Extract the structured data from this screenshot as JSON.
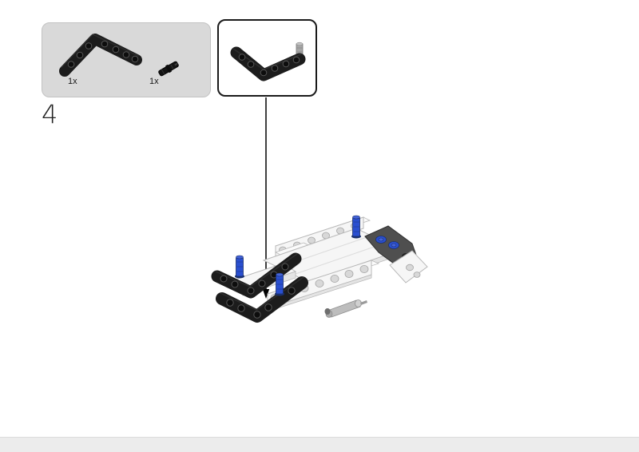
{
  "step": {
    "number": "4",
    "parts_callout": {
      "parts": [
        {
          "icon": "angular-beam-3x5-black-icon",
          "quantity": "1x"
        },
        {
          "icon": "friction-pin-black-icon",
          "quantity": "1x"
        }
      ]
    },
    "subassembly_preview": {
      "icon": "angular-beam-with-gray-pin-icon"
    },
    "placement": {
      "icon": "down-arrow",
      "target": "chassis-assembly-illustration"
    }
  },
  "colors": {
    "page-bg": "#ffffff",
    "callout-bg": "#d9d9d9",
    "callout-border": "#c2c2c2",
    "preview-border": "#1a1a1a",
    "beam-black": "#1c1c1c",
    "beam-hole": "#0d0d0d",
    "hole-rim": "#555555",
    "pin-blue": "#2a4fd0",
    "pin-blue-dark": "#1a306e",
    "pin-blue-light": "#4463d8",
    "gray-part": "#4f4f4f",
    "white-part": "#f6f6f6",
    "white-part-edge": "#b8b8b8",
    "white-part-shade": "#e4e4e4",
    "white-hole": "#d8d8d8",
    "arrow": "#000000",
    "footer-bar": "#ececec",
    "text": "#1a1a1a"
  }
}
